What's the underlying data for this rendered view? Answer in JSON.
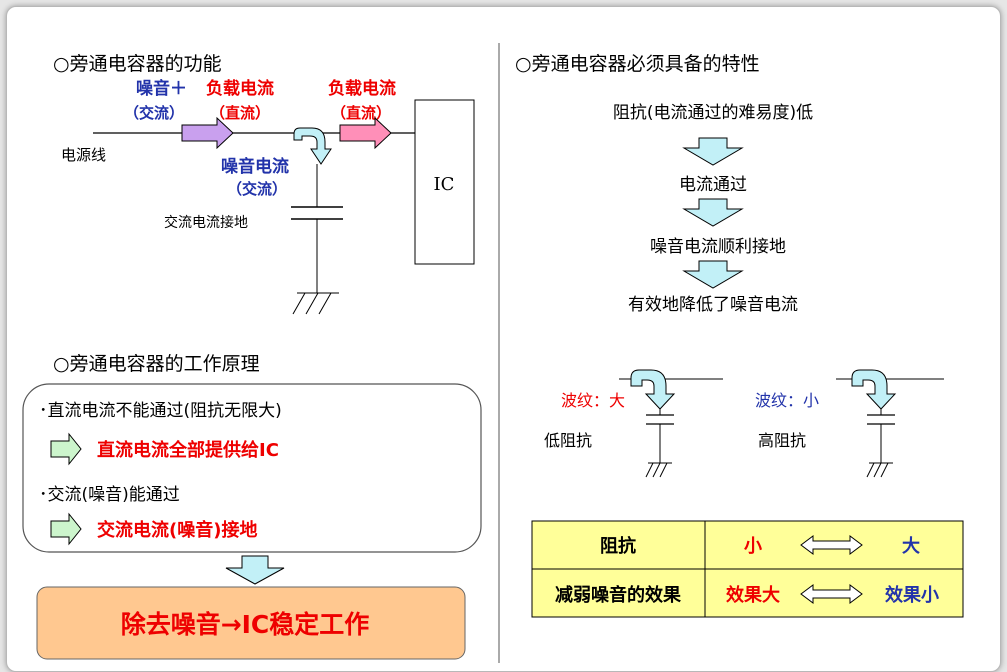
{
  "left": {
    "function_title": "○旁通电容器的功能",
    "noise_plus": "噪音＋",
    "ac_paren_1": "（交流）",
    "load_current_1": "负载电流",
    "dc_paren_1": "（直流）",
    "load_current_2": "负载电流",
    "dc_paren_2": "（直流）",
    "power_line": "电源线",
    "ic_label": "IC",
    "noise_current": "噪音电流",
    "ac_paren_2": "（交流）",
    "ac_ground": "交流电流接地",
    "principle_title": "○旁通电容器的工作原理",
    "dc_cannot_pass": "･直流电流不能通过(阻抗无限大)",
    "dc_supply_ic": "直流电流全部提供给IC",
    "ac_can_pass": "･交流(噪音)能通过",
    "ac_ground_noise": "交流电流(噪音)接地",
    "result": "除去噪音→IC稳定工作"
  },
  "right": {
    "characteristics_title": "○旁通电容器必须具备的特性",
    "low_impedance": "阻抗(电流通过的难易度)低",
    "current_passes": "电流通过",
    "noise_grounds": "噪音电流顺利接地",
    "noise_reduced": "有效地降低了噪音电流",
    "ripple_large": "波纹：大",
    "ripple_small": "波纹：小",
    "low_imp_label": "低阻抗",
    "high_imp_label": "高阻抗"
  },
  "table": {
    "row1_label": "阻抗",
    "row1_left": "小",
    "row1_right": "大",
    "row2_label": "减弱噪音的效果",
    "row2_left": "效果大",
    "row2_right": "效果小"
  },
  "colors": {
    "red": "#ee0000",
    "blue": "#2233aa",
    "arrow_purple": "#c9a0ee",
    "arrow_pink": "#ff8fb8",
    "arrow_cyan": "#c2f0f7",
    "arrow_green": "#ccf5cc",
    "result_fill": "#ffc890",
    "table_fill": "#ffff99"
  }
}
